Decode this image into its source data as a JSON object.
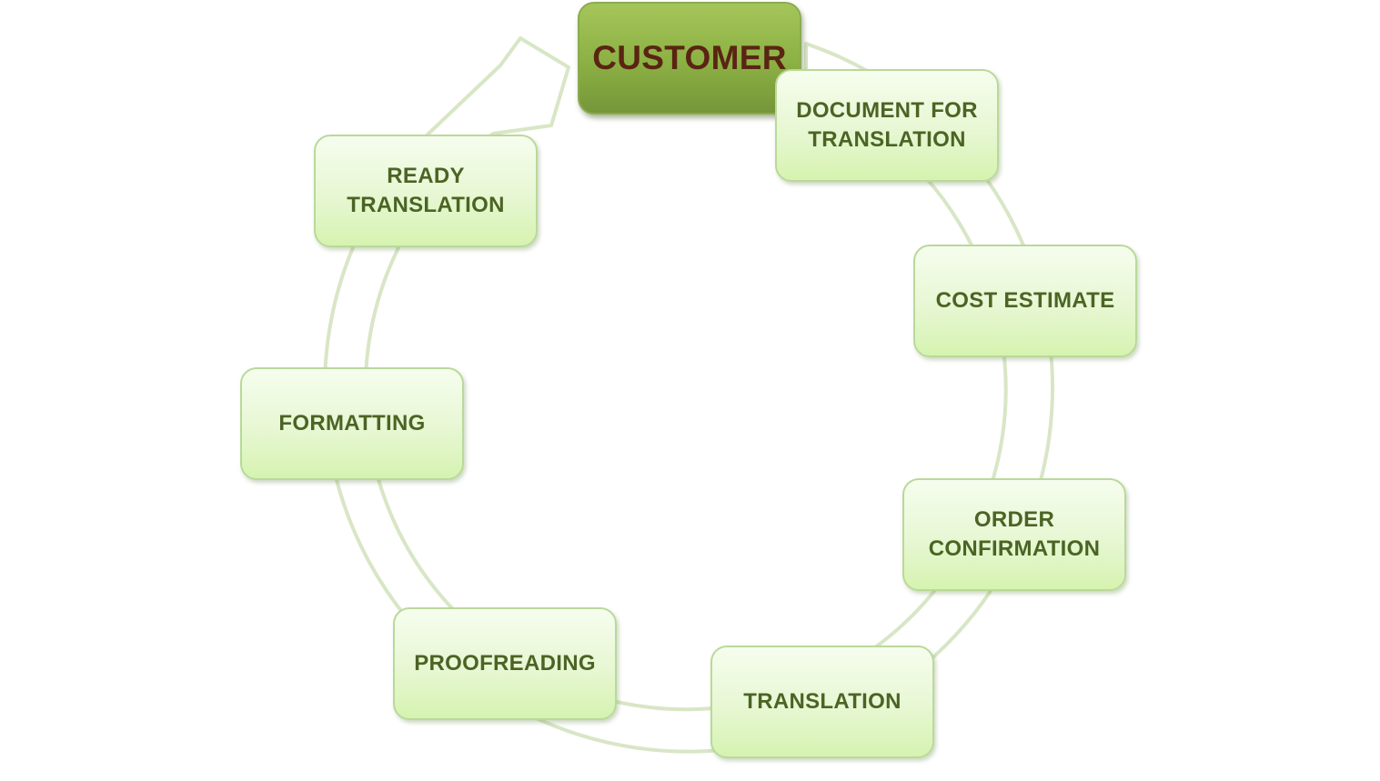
{
  "diagram": {
    "type": "cycle",
    "colors": {
      "node_fill": "#e7f7d3",
      "node_border": "#b9d99a",
      "node_text": "#4b6424",
      "highlight_fill": "#8bb043",
      "highlight_text": "#5a2413",
      "arrow_stroke": "#d8e6c6"
    },
    "nodes": [
      {
        "id": "customer",
        "label": "CUSTOMER",
        "highlight": true
      },
      {
        "id": "document",
        "label": "DOCUMENT FOR TRANSLATION"
      },
      {
        "id": "cost",
        "label": "COST ESTIMATE"
      },
      {
        "id": "order",
        "label": "ORDER CONFIRMATION"
      },
      {
        "id": "translation",
        "label": "TRANSLATION"
      },
      {
        "id": "proofreading",
        "label": "PROOFREADING"
      },
      {
        "id": "formatting",
        "label": "FORMATTING"
      },
      {
        "id": "ready",
        "label": "READY TRANSLATION"
      }
    ],
    "flow_direction": "clockwise"
  }
}
